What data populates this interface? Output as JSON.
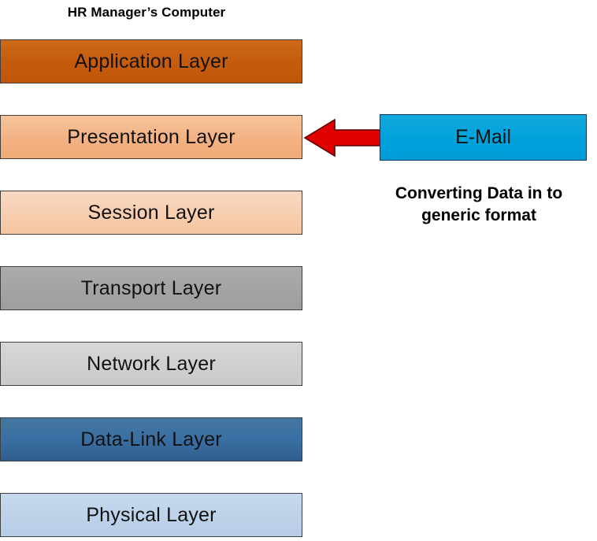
{
  "diagram": {
    "title": "HR Manager’s Computer",
    "background_color": "#FFFFFF"
  },
  "layers": [
    {
      "label": "Application Layer",
      "color": "#C55A11",
      "name": "application"
    },
    {
      "label": "Presentation Layer",
      "color": "#F3B183",
      "name": "presentation"
    },
    {
      "label": "Session Layer",
      "color": "#F7CDAE",
      "name": "session"
    },
    {
      "label": "Transport Layer",
      "color": "#A3A3A3",
      "name": "transport"
    },
    {
      "label": "Network Layer",
      "color": "#CFCFCF",
      "name": "network"
    },
    {
      "label": "Data-Link Layer",
      "color": "#3A6FA3",
      "name": "data-link"
    },
    {
      "label": "Physical Layer",
      "color": "#BDD2E9",
      "name": "physical"
    }
  ],
  "source": {
    "label": "E-Mail",
    "color": "#00A2DB",
    "border_color": "#17365D"
  },
  "arrow": {
    "name": "left-arrow-icon",
    "direction": "left",
    "color": "#E00000",
    "outline_color": "#5A0000",
    "from": "E-Mail",
    "to": "Presentation Layer"
  },
  "caption": {
    "line1": "Converting Data in to",
    "line2": "generic format"
  }
}
